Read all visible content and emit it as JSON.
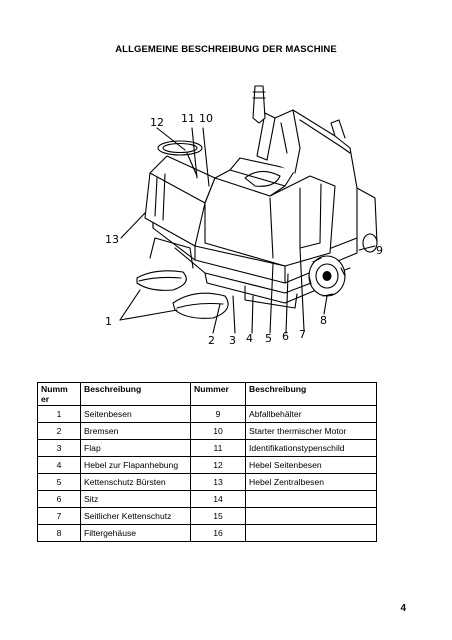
{
  "page": {
    "title": "ALLGEMEINE BESCHREIBUNG DER MASCHINE",
    "page_number": "4"
  },
  "figure": {
    "callouts": [
      "1",
      "2",
      "3",
      "4",
      "5",
      "6",
      "7",
      "8",
      "9",
      "10",
      "11",
      "12",
      "13"
    ]
  },
  "table": {
    "headers": [
      "Numm er",
      "Beschreibung",
      "Nummer",
      "Beschreibung"
    ],
    "rows": [
      {
        "n1": "1",
        "d1": "Seitenbesen",
        "n2": "9",
        "d2": "Abfallbehälter"
      },
      {
        "n1": "2",
        "d1": "Bremsen",
        "n2": "10",
        "d2": "Starter thermischer Motor"
      },
      {
        "n1": "3",
        "d1": "Flap",
        "n2": "11",
        "d2": "Identifikationstypenschild"
      },
      {
        "n1": "4",
        "d1": "Hebel zur Flapanhebung",
        "n2": "12",
        "d2": "Hebel Seitenbesen"
      },
      {
        "n1": "5",
        "d1": "Kettenschutz Bürsten",
        "n2": "13",
        "d2": "Hebel Zentralbesen"
      },
      {
        "n1": "6",
        "d1": "Sitz",
        "n2": "14",
        "d2": ""
      },
      {
        "n1": "7",
        "d1": "Seitlicher Kettenschutz",
        "n2": "15",
        "d2": ""
      },
      {
        "n1": "8",
        "d1": "Filtergehäuse",
        "n2": "16",
        "d2": ""
      }
    ]
  }
}
